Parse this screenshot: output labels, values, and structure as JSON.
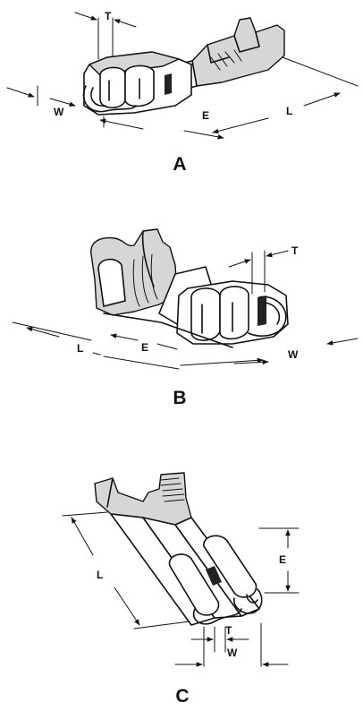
{
  "figures": [
    {
      "caption": "A",
      "labels": {
        "t": "T",
        "w": "W",
        "e": "E",
        "l": "L"
      }
    },
    {
      "caption": "B",
      "labels": {
        "t": "T",
        "l": "L",
        "e": "E",
        "w": "W"
      }
    },
    {
      "caption": "C",
      "labels": {
        "l": "L",
        "e": "E",
        "t": "T",
        "w": "W"
      }
    }
  ]
}
